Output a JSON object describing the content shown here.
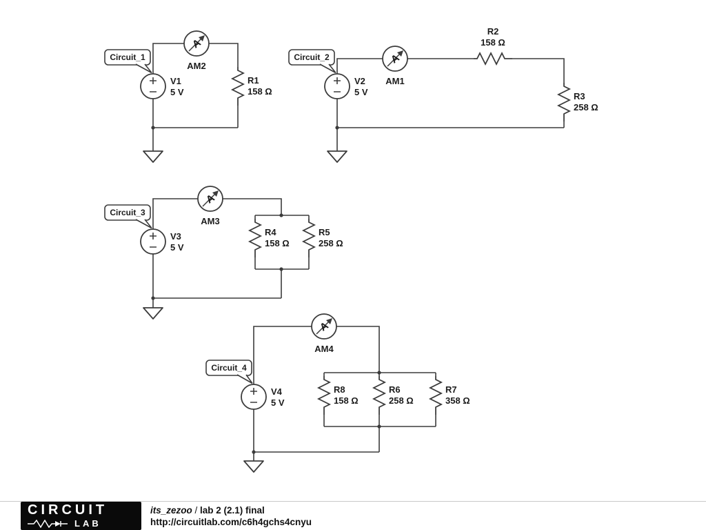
{
  "symbols": {
    "ammeter_glyph": "A"
  },
  "circuits": [
    {
      "tag": "Circuit_1",
      "source": {
        "name": "V1",
        "value": "5 V"
      },
      "ammeter": "AM2",
      "resistors": [
        {
          "name": "R1",
          "value": "158 Ω"
        }
      ]
    },
    {
      "tag": "Circuit_2",
      "source": {
        "name": "V2",
        "value": "5 V"
      },
      "ammeter": "AM1",
      "resistors": [
        {
          "name": "R2",
          "value": "158 Ω"
        },
        {
          "name": "R3",
          "value": "258 Ω"
        }
      ]
    },
    {
      "tag": "Circuit_3",
      "source": {
        "name": "V3",
        "value": "5 V"
      },
      "ammeter": "AM3",
      "resistors": [
        {
          "name": "R4",
          "value": "158 Ω"
        },
        {
          "name": "R5",
          "value": "258 Ω"
        }
      ]
    },
    {
      "tag": "Circuit_4",
      "source": {
        "name": "V4",
        "value": "5 V"
      },
      "ammeter": "AM4",
      "resistors": [
        {
          "name": "R8",
          "value": "158 Ω"
        },
        {
          "name": "R6",
          "value": "258 Ω"
        },
        {
          "name": "R7",
          "value": "358 Ω"
        }
      ]
    }
  ],
  "footer": {
    "logo_line1": "CIRCUIT",
    "logo_line2": "LAB",
    "author": "its_zezoo",
    "separator": " / ",
    "title": "lab 2 (2.1) final",
    "url": "http://circuitlab.com/c6h4gchs4cnyu"
  }
}
